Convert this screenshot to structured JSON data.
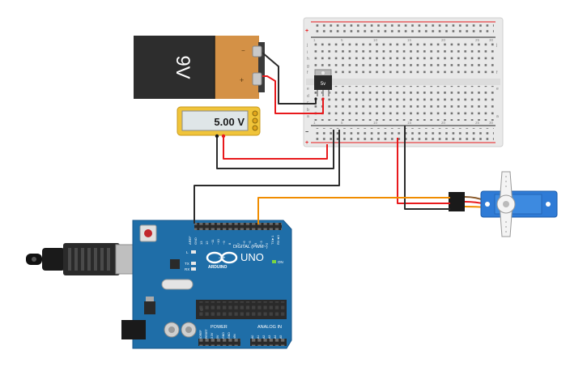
{
  "battery": {
    "label": "9V",
    "minus": "−",
    "plus": "+"
  },
  "multimeter": {
    "reading": "5.00 V"
  },
  "regulator": {
    "label": "5v"
  },
  "breadboard": {
    "row_letters_top": [
      "j",
      "i",
      "h",
      "g",
      "f"
    ],
    "row_letters_bottom": [
      "e",
      "d",
      "c",
      "b",
      "a"
    ],
    "column_numbers": [
      "1",
      "5",
      "10",
      "15",
      "20",
      "25",
      "30"
    ],
    "rail_plus": "+",
    "rail_minus": "−"
  },
  "arduino": {
    "brand": "ARDUINO",
    "model": "UNO",
    "on_label": "ON",
    "digital_label": "DIGITAL (PWM~)",
    "analog_label": "ANALOG IN",
    "power_label": "POWER",
    "led_l": "L",
    "led_tx": "TX",
    "led_rx": "RX",
    "top_pins": [
      "AREF",
      "GND",
      "13",
      "12",
      "~11",
      "~10",
      "~9",
      "8",
      "7",
      "~6",
      "~5",
      "4",
      "~3",
      "2",
      "TX►1",
      "RX◄0"
    ],
    "power_pins": [
      "IOREF",
      "RESET",
      "3.3V",
      "5V",
      "GND",
      "GND",
      "VIN"
    ],
    "analog_pins": [
      "A0",
      "A1",
      "A2",
      "A3",
      "A4",
      "A5"
    ]
  },
  "colors": {
    "wire_red": "#e8191c",
    "wire_black": "#2b2b2b",
    "wire_orange": "#f08c00",
    "board_blue": "#1f6ea8",
    "servo_blue": "#2f7bd6",
    "battery_orange": "#d49146",
    "meter_yellow": "#f0c43a"
  }
}
